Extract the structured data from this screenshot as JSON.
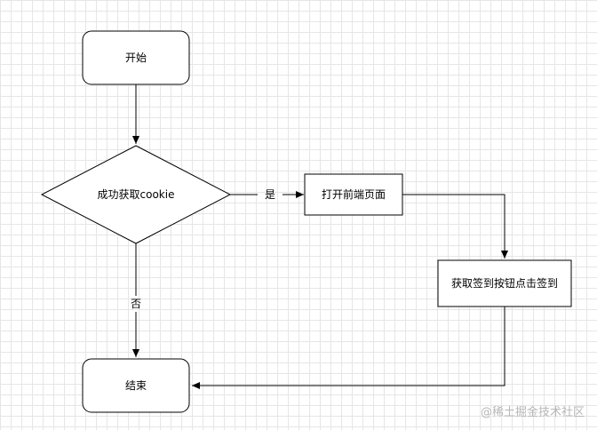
{
  "nodes": {
    "start": "开始",
    "decision": "成功获取cookie",
    "open_page": "打开前端页面",
    "get_button": "获取签到按钮点击签到",
    "end": "结束"
  },
  "edges": {
    "yes_label": "是",
    "no_label": "否"
  },
  "watermark": "@稀土掘金技术社区"
}
